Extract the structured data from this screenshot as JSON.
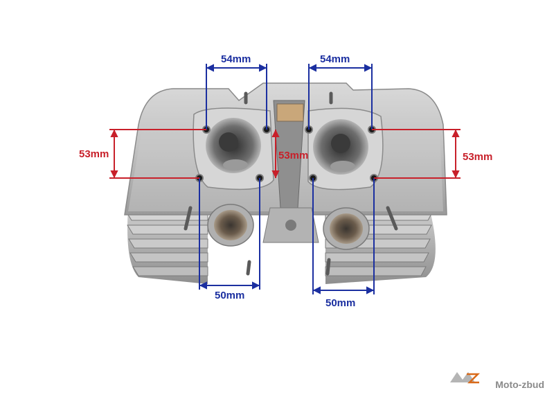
{
  "product_image": {
    "alt": "Cylinder head"
  },
  "dimensions": {
    "top_left": "54mm",
    "top_right": "54mm",
    "side_left": "53mm",
    "center": "53mm",
    "side_right": "53mm",
    "bottom_left": "50mm",
    "bottom_right": "50mm"
  },
  "watermark": {
    "text": "Moto-zbud"
  },
  "colors": {
    "blue_dimension": "#1b2fa0",
    "red_dimension": "#c8202a"
  }
}
